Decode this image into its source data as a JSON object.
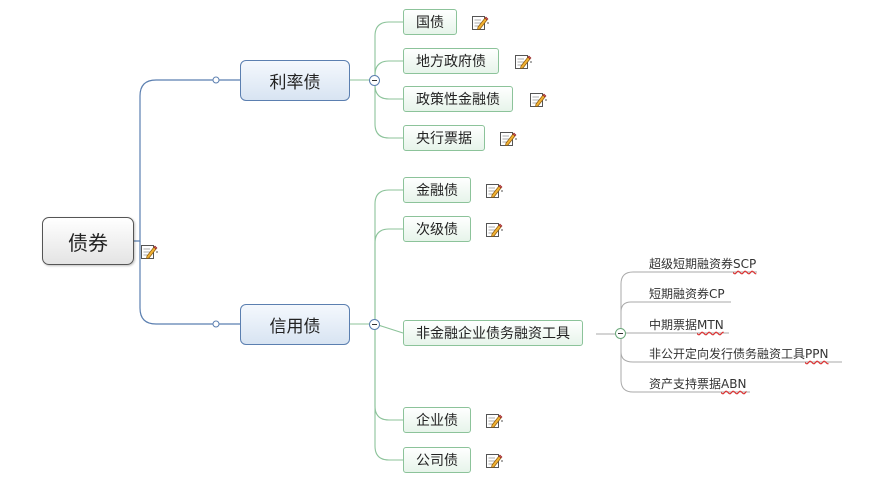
{
  "root": {
    "label": "债券"
  },
  "branches": [
    {
      "label": "利率债",
      "children": [
        "国债",
        "地方政府债",
        "政策性金融债",
        "央行票据"
      ]
    },
    {
      "label": "信用债",
      "children": [
        "金融债",
        "次级债",
        "非金融企业债务融资工具",
        "企业债",
        "公司债"
      ],
      "sub_branch": {
        "label": "非金融企业债务融资工具",
        "leaves": [
          {
            "text": "超级短期融资券",
            "underlined": "SCP"
          },
          {
            "text": "短期融资券CP",
            "underlined": ""
          },
          {
            "text": "中期票据",
            "underlined": "MTN"
          },
          {
            "text": "非公开定向发行债务融资工具",
            "underlined": "PPN"
          },
          {
            "text": "资产支持票据",
            "underlined": "ABN"
          }
        ]
      }
    }
  ],
  "icons": {
    "note": "note-pencil-icon",
    "collapse": "collapse-minus-icon"
  }
}
